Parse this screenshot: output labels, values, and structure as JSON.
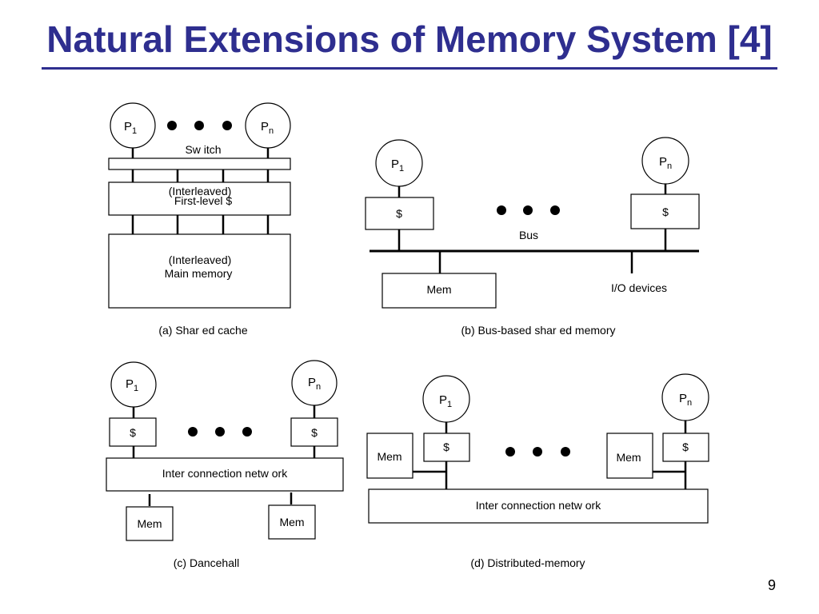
{
  "slide": {
    "title": "Natural Extensions of Memory System [4]",
    "page_number": "9"
  },
  "symbols": {
    "processor_letter": "P",
    "first_sub": "1",
    "last_sub": "n",
    "cache": "$"
  },
  "diagrams": {
    "a": {
      "caption": "(a)  Shar ed cache",
      "switch_label": "Sw itch",
      "cache_label_1": "(Interleaved)",
      "cache_label_2": "First-level $",
      "memory_label_1": "(Interleaved)",
      "memory_label_2": "Main memory"
    },
    "b": {
      "caption": "(b)  Bus-based shar ed memory",
      "bus_label": "Bus",
      "mem_label": "Mem",
      "io_label": "I/O devices"
    },
    "c": {
      "caption": "(c)  Dancehall",
      "network_label": "Inter connection netw ork",
      "mem_label": "Mem"
    },
    "d": {
      "caption": "(d)  Distributed-memory",
      "network_label": "Inter connection netw ork",
      "mem_label": "Mem"
    }
  }
}
